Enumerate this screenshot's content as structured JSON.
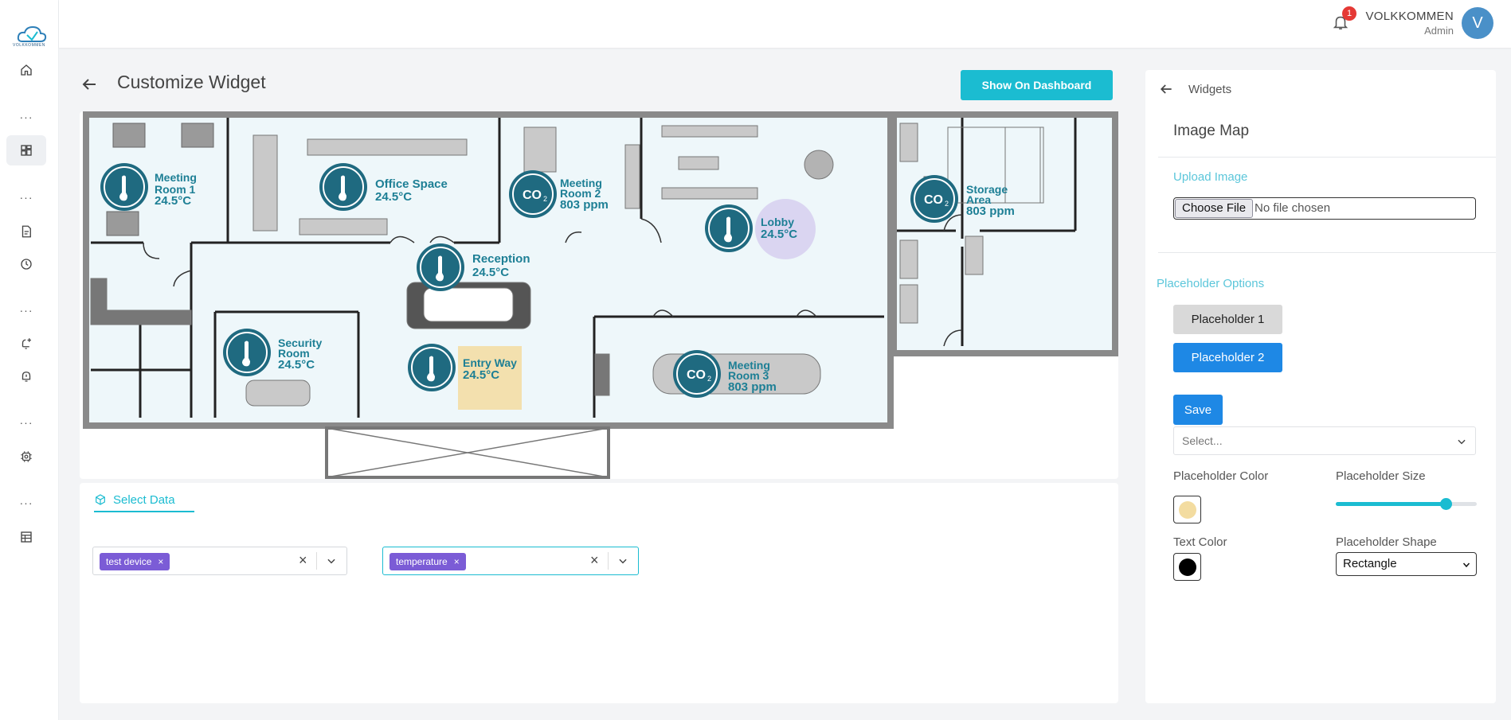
{
  "app": {
    "brand_logo_text": "VOLKKOMMEN"
  },
  "header": {
    "notification_count": "1",
    "user_name": "VOLKKOMMEN",
    "user_role": "Admin",
    "avatar_initial": "V"
  },
  "sidebar": {
    "icons": [
      "home-icon",
      "dashboard-icon",
      "report-icon",
      "history-icon",
      "alert-add-icon",
      "alarm-icon",
      "settings-icon",
      "table-icon"
    ]
  },
  "page": {
    "title": "Customize Widget",
    "show_on_dashboard": "Show On Dashboard"
  },
  "map": {
    "rooms": [
      {
        "name_l1": "Meeting",
        "name_l2": "Room 1",
        "value": "24.5°C",
        "sensor": "temperature"
      },
      {
        "name_l1": "Office Space",
        "name_l2": "",
        "value": "24.5°C",
        "sensor": "temperature"
      },
      {
        "name_l1": "Meeting",
        "name_l2": "Room 2",
        "value": "803 ppm",
        "sensor": "co2"
      },
      {
        "name_l1": "Lobby",
        "name_l2": "",
        "value": "24.5°C",
        "sensor": "temperature"
      },
      {
        "name_l1": "Storage",
        "name_l2": "Area",
        "value": "803 ppm",
        "sensor": "co2"
      },
      {
        "name_l1": "Reception",
        "name_l2": "",
        "value": "24.5°C",
        "sensor": "temperature"
      },
      {
        "name_l1": "Security",
        "name_l2": "Room",
        "value": "24.5°C",
        "sensor": "temperature"
      },
      {
        "name_l1": "Entry Way",
        "name_l2": "",
        "value": "24.5°C",
        "sensor": "temperature"
      },
      {
        "name_l1": "Meeting",
        "name_l2": "Room 3",
        "value": "803 ppm",
        "sensor": "co2"
      }
    ],
    "co2_label": "CO",
    "co2_sub": "2"
  },
  "data_panel": {
    "tab_label": "Select Data",
    "device_chip": "test device",
    "sensor_chip": "temperature",
    "chip_remove": "×",
    "clear": "×"
  },
  "right_panel": {
    "back_label": "Widgets",
    "title": "Image Map",
    "upload_label": "Upload Image",
    "choose_file": "Choose File",
    "no_file": "No file chosen",
    "placeholder_options": "Placeholder Options",
    "placeholder_1": "Placeholder 1",
    "placeholder_2": "Placeholder 2",
    "save": "Save",
    "select_placeholder": "Select...",
    "placeholder_color_label": "Placeholder Color",
    "placeholder_size_label": "Placeholder Size",
    "text_color_label": "Text Color",
    "placeholder_shape_label": "Placeholder Shape",
    "shape_value": "Rectangle",
    "placeholder_color": "#f3dca0",
    "text_color": "#000000",
    "placeholder_size_fraction": 0.78
  },
  "colors": {
    "accent": "#1bbcd1",
    "primary": "#1e88e5",
    "chip": "#7b5cd6",
    "sensor_dark": "#1f6a80",
    "label_teal": "#1d7f95"
  }
}
